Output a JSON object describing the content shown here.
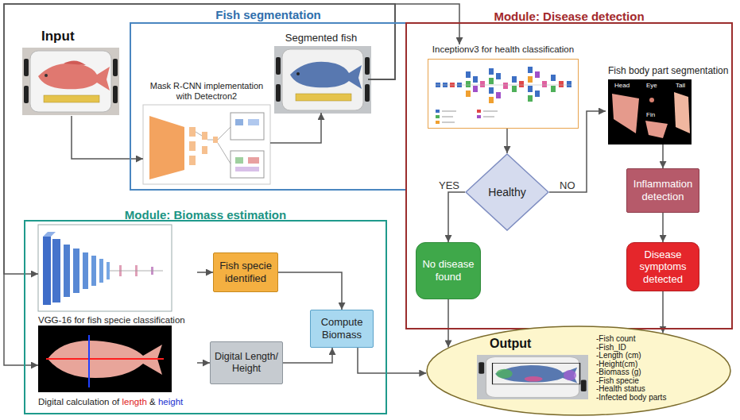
{
  "diagram": {
    "nodes": [
      {
        "text": [
          "Input"
        ]
      },
      {
        "text": [
          "Fish segmentation"
        ]
      },
      {
        "text": [
          "Mask R-CNN implementation with Detectron2"
        ],
        "in": 1
      },
      {
        "text": [
          "Segmented fish"
        ],
        "in": 1
      },
      {
        "text": [
          "Module: Disease detection"
        ]
      },
      {
        "text": [
          "Inceptionv3 for health classification"
        ],
        "in": 4
      },
      {
        "text": [
          "Healthy"
        ],
        "in": 4
      },
      {
        "text": [
          "Fish body part segmentation"
        ],
        "in": 4
      },
      {
        "text": [
          "Inflammation detection"
        ],
        "in": 4
      },
      {
        "text": [
          "No disease found"
        ],
        "in": 4
      },
      {
        "text": [
          "Disease symptoms detected"
        ],
        "in": 4
      },
      {
        "text": [
          "Module: Biomass estimation"
        ]
      },
      {
        "text": [
          "VGG-16 for fish specie classification"
        ],
        "in": 11
      },
      {
        "text": [
          "Fish specie identified"
        ],
        "in": 11
      },
      {
        "text": [
          "Compute Biomass"
        ],
        "in": 11
      },
      {
        "text": [
          "Digital calculation of",
          "length",
          "&",
          "height"
        ],
        "in": 11
      },
      {
        "text": [
          "Digital Length/ Height"
        ],
        "in": 11
      },
      {
        "text": [
          "Output",
          "-Fish count",
          "-Fish_ID",
          "-Length (cm)",
          "-Height(cm)",
          "-Biomass (g)",
          "-Fish specie",
          "-Health status",
          "-Infected body parts"
        ]
      }
    ],
    "edges": [
      {
        "from": 0,
        "to": 2,
        "arrow": "to"
      },
      {
        "from": 2,
        "to": 3,
        "arrow": "to"
      },
      {
        "from": 3,
        "to": 5,
        "arrow": "to"
      },
      {
        "from": 3,
        "to": 12,
        "arrow": "to"
      },
      {
        "from": 3,
        "to": 15,
        "arrow": "to"
      },
      {
        "from": 5,
        "to": 6,
        "arrow": "to"
      },
      {
        "from": 6,
        "to": 9,
        "label": "YES",
        "arrow": "to"
      },
      {
        "from": 6,
        "to": 7,
        "label": "NO",
        "arrow": "to"
      },
      {
        "from": 7,
        "to": 8,
        "arrow": "to"
      },
      {
        "from": 8,
        "to": 10,
        "arrow": "to"
      },
      {
        "from": 10,
        "to": 17,
        "arrow": "to"
      },
      {
        "from": 9,
        "to": 17,
        "arrow": "to"
      },
      {
        "from": 12,
        "to": 13,
        "arrow": "to"
      },
      {
        "from": 15,
        "to": 16,
        "arrow": "to"
      },
      {
        "from": 13,
        "to": 14,
        "arrow": "to"
      },
      {
        "from": 16,
        "to": 14,
        "arrow": "to"
      },
      {
        "from": 14,
        "to": 17,
        "arrow": "to"
      }
    ],
    "labels": [
      "Head",
      "Eye",
      "Fin",
      "Tail"
    ]
  }
}
